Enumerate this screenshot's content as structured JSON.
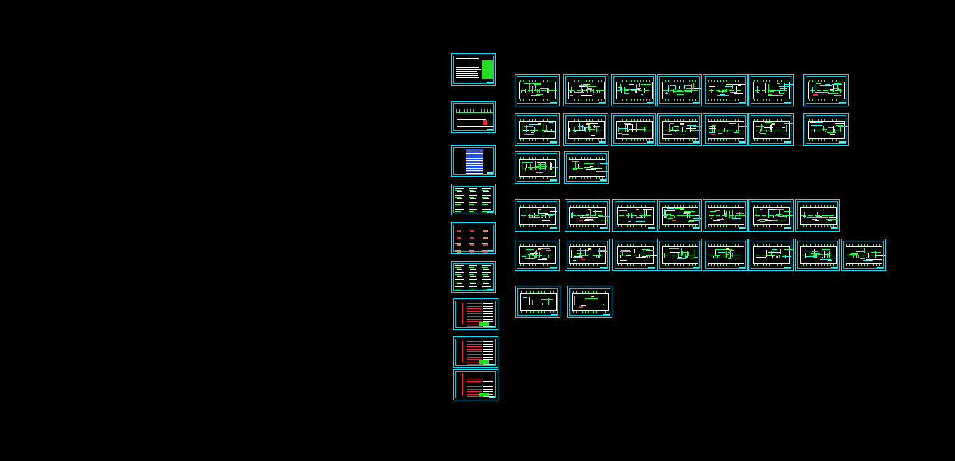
{
  "colors": {
    "background": "#000000",
    "frame": "#00e5ff",
    "line_green": "#22ff44",
    "line_white": "#ffffff",
    "line_red": "#ff2222",
    "line_yellow": "#ffee33",
    "line_magenta": "#ff33ff",
    "line_cyan": "#33ffff"
  },
  "sheet_types": [
    "index-list",
    "elevation",
    "table",
    "detail-grid",
    "detail-color",
    "detail-grid",
    "red-schedule",
    "red-schedule",
    "red-schedule"
  ],
  "plan_rows": [
    {
      "style": "floor-plan",
      "sheets": 7
    },
    {
      "style": "floor-plan",
      "sheets": 7
    },
    {
      "style": "floor-plan",
      "sheets": 2
    },
    {
      "style": "floor-plan",
      "sheets": 7
    },
    {
      "style": "floor-plan",
      "sheets": 8
    },
    {
      "style": "floor-plan-sparse",
      "sheets": 2
    }
  ]
}
